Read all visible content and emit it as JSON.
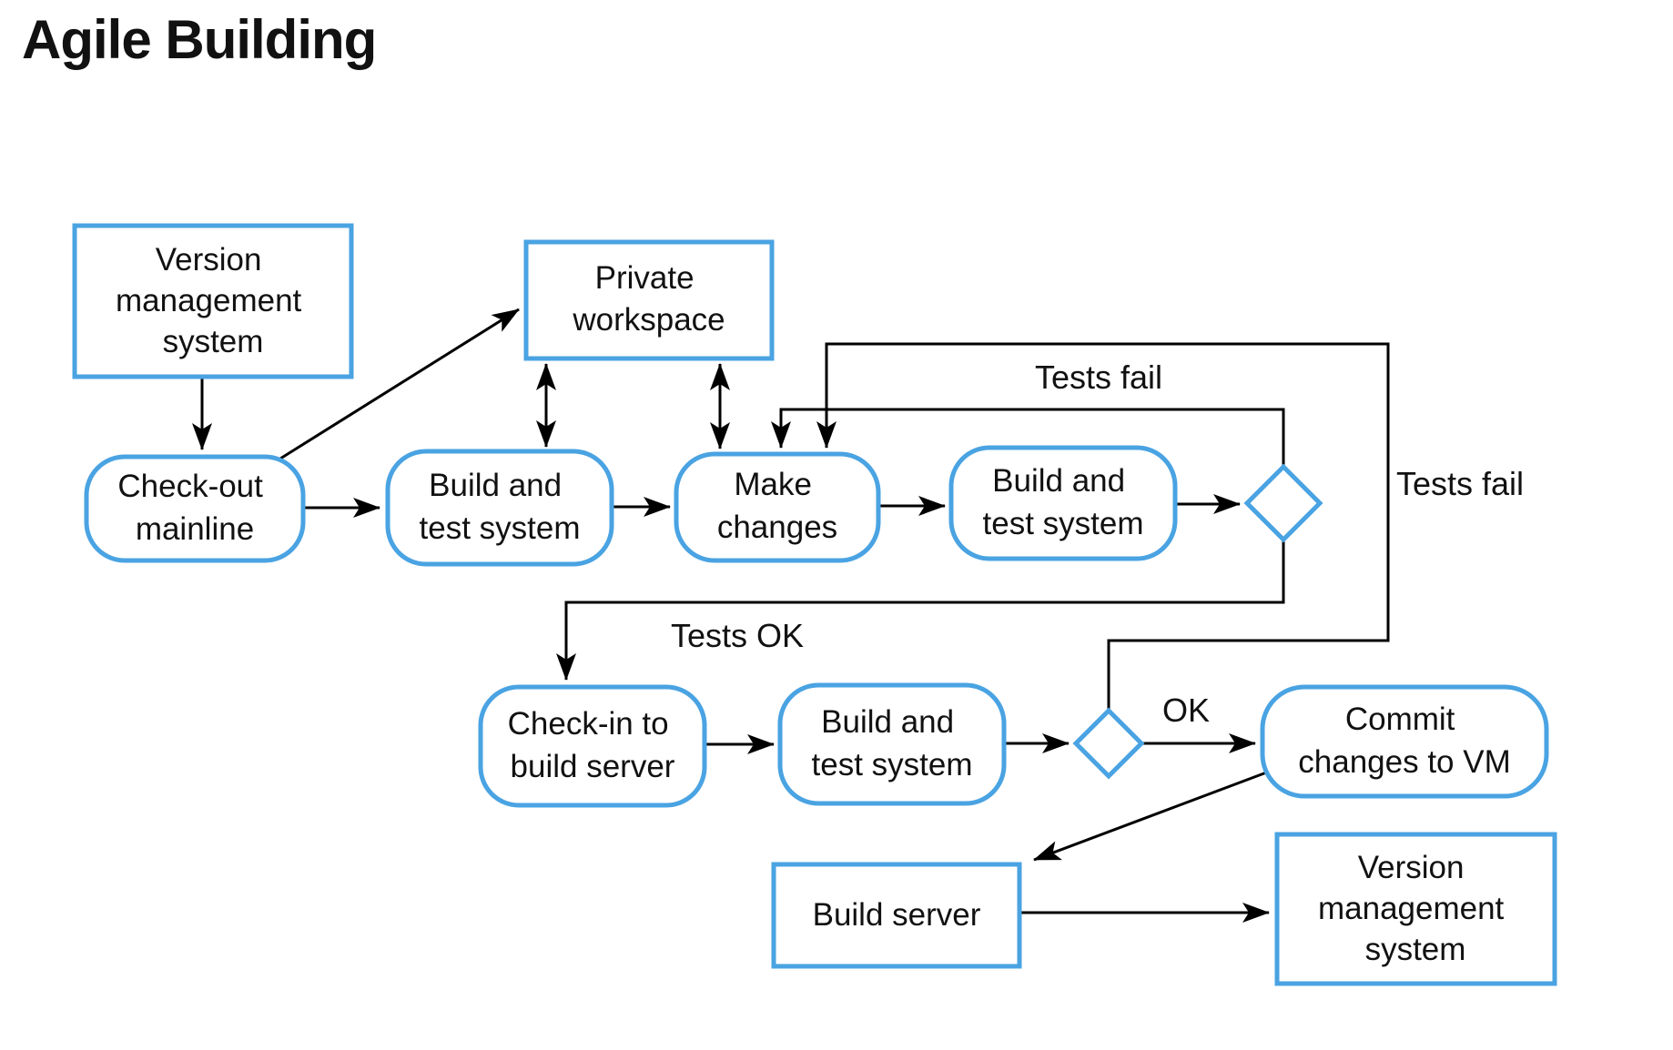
{
  "title": "Agile Building",
  "colors": {
    "node_border": "#4aa3e2",
    "arrow": "#000000",
    "text": "#111111",
    "background": "#ffffff"
  },
  "diagram": {
    "nodes": [
      {
        "id": "version-management-system-top",
        "type": "rectangle",
        "label": "Version management system",
        "lines": [
          "Version",
          "management",
          "system"
        ]
      },
      {
        "id": "private-workspace",
        "type": "rectangle",
        "label": "Private workspace",
        "lines": [
          "Private",
          "workspace"
        ]
      },
      {
        "id": "check-out-mainline",
        "type": "rounded",
        "label": "Check-out mainline",
        "lines": [
          "Check-out",
          "mainline"
        ]
      },
      {
        "id": "build-and-test-system-1",
        "type": "rounded",
        "label": "Build and test system",
        "lines": [
          "Build and",
          "test system"
        ]
      },
      {
        "id": "make-changes",
        "type": "rounded",
        "label": "Make changes",
        "lines": [
          "Make",
          "changes"
        ]
      },
      {
        "id": "build-and-test-system-2",
        "type": "rounded",
        "label": "Build and test system",
        "lines": [
          "Build and",
          "test system"
        ]
      },
      {
        "id": "check-in-to-build-server",
        "type": "rounded",
        "label": "Check-in to build server",
        "lines": [
          "Check-in to",
          "build server"
        ]
      },
      {
        "id": "build-and-test-system-3",
        "type": "rounded",
        "label": "Build and test system",
        "lines": [
          "Build and",
          "test system"
        ]
      },
      {
        "id": "commit-changes-to-vm",
        "type": "rounded",
        "label": "Commit changes to VM",
        "lines": [
          "Commit",
          "changes to VM"
        ]
      },
      {
        "id": "build-server",
        "type": "rectangle",
        "label": "Build server",
        "lines": [
          "Build server"
        ]
      },
      {
        "id": "version-management-system-bottom",
        "type": "rectangle",
        "label": "Version management system",
        "lines": [
          "Version",
          "management",
          "system"
        ]
      }
    ],
    "decisions": [
      {
        "id": "decision-after-build-test-2"
      },
      {
        "id": "decision-after-build-test-3"
      }
    ],
    "edge_labels": [
      {
        "id": "tests-fail-top",
        "text": "Tests fail"
      },
      {
        "id": "tests-fail-right",
        "text": "Tests fail"
      },
      {
        "id": "tests-ok",
        "text": "Tests OK"
      },
      {
        "id": "ok",
        "text": "OK"
      }
    ]
  }
}
